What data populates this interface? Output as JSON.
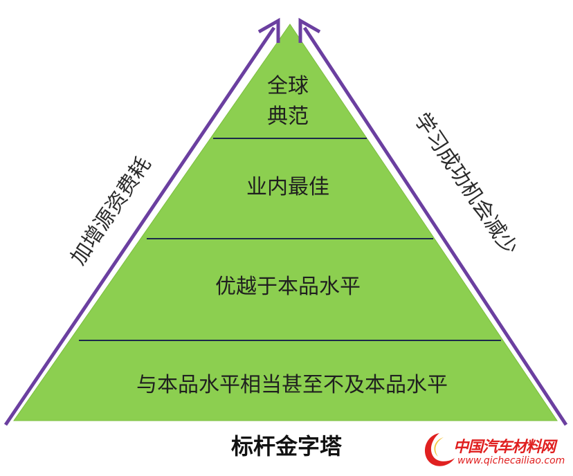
{
  "pyramid": {
    "tiers": [
      {
        "lines": [
          "全球",
          "典范"
        ]
      },
      {
        "lines": [
          "业内最佳"
        ]
      },
      {
        "lines": [
          "优越于本品水平"
        ]
      },
      {
        "lines": [
          "与本品水平相当甚至不及本品水平"
        ]
      }
    ],
    "left_arrow_label": "加增源资费耗",
    "right_arrow_label": "学习成功机会减少",
    "fill_color": "#8ccf50",
    "arrow_color": "#6b3fa0"
  },
  "caption": "标杆金字塔",
  "watermark": {
    "name": "中国汽车材料网",
    "url": "www.qichecailiao.com",
    "color": "#e02020"
  }
}
